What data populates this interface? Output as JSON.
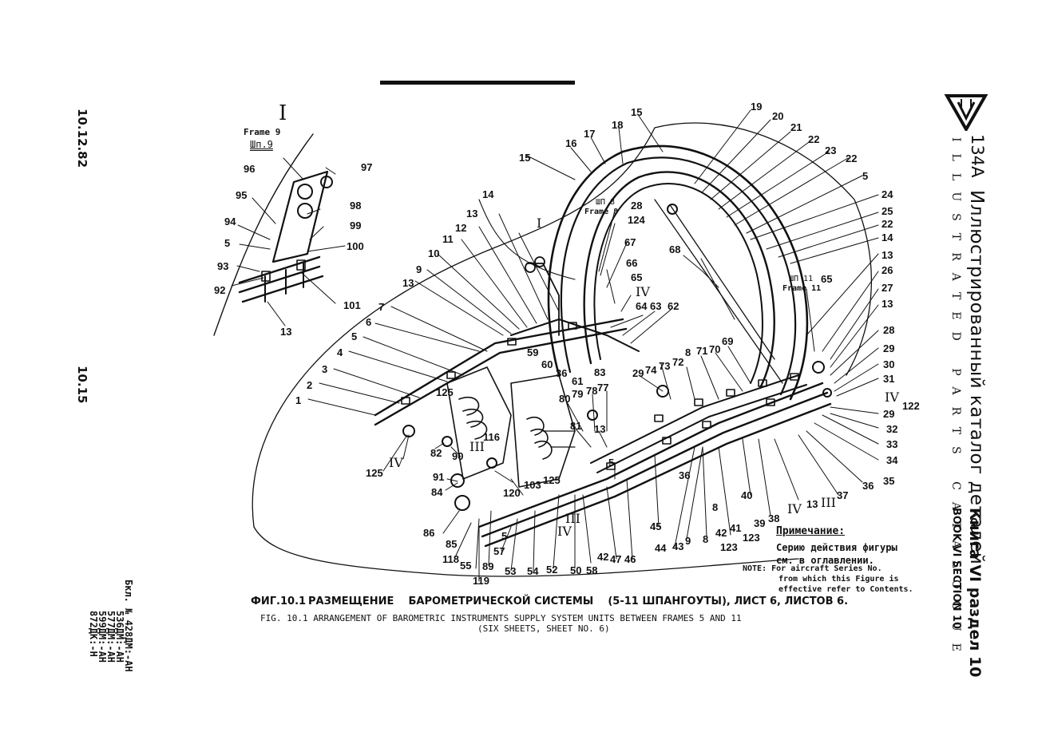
{
  "colors": {
    "ink": "#111111",
    "paper": "#ffffff"
  },
  "left_margin": {
    "date": "10.12.82",
    "page_number": "10.15",
    "effectivity": [
      "Бкл. № 428ДМ:-АН",
      "536ДМ:-АН",
      "577ДМ:-АН",
      "599ДМ:-АН",
      "872ДК:-Н"
    ]
  },
  "right_header": {
    "logo_icon": "yak-triangle-logo-icon",
    "model": "134A",
    "title_ru": "Иллюстрированный каталог деталей",
    "title_en": "ILLUSTRATED PARTS CATALOGUE",
    "book_ru": "Книга VI раздел 10",
    "book_en": "BOOK VI SECTION 10"
  },
  "caption": {
    "ru_fig": "ФИГ.10.1",
    "ru_text": "РАЗМЕЩЕНИЕ    БАРОМЕТРИЧЕСКОЙ СИСТЕМЫ    (5-11 ШПАНГОУТЫ), ЛИСТ 6, ЛИСТОВ 6.",
    "en_line1": "FIG. 10.1 ARRANGEMENT OF BAROMETRIC INSTRUMENTS SUPPLY SYSTEM UNITS BETWEEN FRAMES 5 AND 11",
    "en_line2": "(SIX SHEETS, SHEET NO. 6)"
  },
  "note": {
    "ru_title": "Примечание:",
    "ru_line1": "Серию действия фигуры",
    "ru_line2": "см. в оглавлении.",
    "en_line1": "NOTE: For aircraft Series No.",
    "en_line2": "from which this Figure is",
    "en_line3": "effective refer to Contents."
  },
  "detail_inset": {
    "view_id": "I",
    "frame_en": "Frame 9",
    "frame_ru": "Шп.9"
  },
  "frame_labels": {
    "frame8_ru": "ШП 8",
    "frame8_en": "Frame 8",
    "frame11_ru": "ШП 11",
    "frame11_en": "Frame 11"
  },
  "callouts": [
    {
      "id": "c96",
      "text": "96"
    },
    {
      "id": "c97",
      "text": "97"
    },
    {
      "id": "c95",
      "text": "95"
    },
    {
      "id": "c98",
      "text": "98"
    },
    {
      "id": "c94",
      "text": "94"
    },
    {
      "id": "c99",
      "text": "99"
    },
    {
      "id": "c5a",
      "text": "5"
    },
    {
      "id": "c100",
      "text": "100"
    },
    {
      "id": "c93",
      "text": "93"
    },
    {
      "id": "c92",
      "text": "92"
    },
    {
      "id": "c101",
      "text": "101"
    },
    {
      "id": "c13a",
      "text": "13"
    },
    {
      "id": "c15a",
      "text": "15"
    },
    {
      "id": "c15b",
      "text": "15"
    },
    {
      "id": "c16",
      "text": "16"
    },
    {
      "id": "c17",
      "text": "17"
    },
    {
      "id": "c18",
      "text": "18"
    },
    {
      "id": "c19",
      "text": "19"
    },
    {
      "id": "c20",
      "text": "20"
    },
    {
      "id": "c21",
      "text": "21"
    },
    {
      "id": "c22a",
      "text": "22"
    },
    {
      "id": "c23",
      "text": "23"
    },
    {
      "id": "c22b",
      "text": "22"
    },
    {
      "id": "c5b",
      "text": "5"
    },
    {
      "id": "c24",
      "text": "24"
    },
    {
      "id": "c25",
      "text": "25"
    },
    {
      "id": "c22c",
      "text": "22"
    },
    {
      "id": "c14a",
      "text": "14"
    },
    {
      "id": "c13b",
      "text": "13"
    },
    {
      "id": "c26",
      "text": "26"
    },
    {
      "id": "c27",
      "text": "27"
    },
    {
      "id": "c13c",
      "text": "13"
    },
    {
      "id": "c28a",
      "text": "28"
    },
    {
      "id": "c29a",
      "text": "29"
    },
    {
      "id": "c30",
      "text": "30"
    },
    {
      "id": "c31",
      "text": "31"
    },
    {
      "id": "c4a",
      "text": "IV"
    },
    {
      "id": "c122",
      "text": "122"
    },
    {
      "id": "c29b",
      "text": "29"
    },
    {
      "id": "c32",
      "text": "32"
    },
    {
      "id": "c33",
      "text": "33"
    },
    {
      "id": "c34",
      "text": "34"
    },
    {
      "id": "c35",
      "text": "35"
    },
    {
      "id": "c36a",
      "text": "36"
    },
    {
      "id": "c37",
      "text": "37"
    },
    {
      "id": "c3a",
      "text": "III"
    },
    {
      "id": "c13d",
      "text": "13"
    },
    {
      "id": "c4b",
      "text": "IV"
    },
    {
      "id": "c38",
      "text": "38"
    },
    {
      "id": "c39",
      "text": "39"
    },
    {
      "id": "c40",
      "text": "40"
    },
    {
      "id": "c123a",
      "text": "123"
    },
    {
      "id": "c123b",
      "text": "123"
    },
    {
      "id": "c41",
      "text": "41"
    },
    {
      "id": "c42a",
      "text": "42"
    },
    {
      "id": "c8a",
      "text": "8"
    },
    {
      "id": "c8b",
      "text": "8"
    },
    {
      "id": "c9a",
      "text": "9"
    },
    {
      "id": "c43",
      "text": "43"
    },
    {
      "id": "c44",
      "text": "44"
    },
    {
      "id": "c45",
      "text": "45"
    },
    {
      "id": "c46",
      "text": "46"
    },
    {
      "id": "c47",
      "text": "47"
    },
    {
      "id": "c42b",
      "text": "42"
    },
    {
      "id": "c58",
      "text": "58"
    },
    {
      "id": "c50",
      "text": "50"
    },
    {
      "id": "c52",
      "text": "52"
    },
    {
      "id": "c54",
      "text": "54"
    },
    {
      "id": "c53",
      "text": "53"
    },
    {
      "id": "c57",
      "text": "57"
    },
    {
      "id": "c5c",
      "text": "5"
    },
    {
      "id": "c89",
      "text": "89"
    },
    {
      "id": "c55",
      "text": "55"
    },
    {
      "id": "c119",
      "text": "119"
    },
    {
      "id": "c118",
      "text": "118"
    },
    {
      "id": "c85",
      "text": "85"
    },
    {
      "id": "c86",
      "text": "86"
    },
    {
      "id": "c84",
      "text": "84"
    },
    {
      "id": "c91",
      "text": "91"
    },
    {
      "id": "c120",
      "text": "120"
    },
    {
      "id": "c103",
      "text": "103"
    },
    {
      "id": "c125a",
      "text": "125"
    },
    {
      "id": "c4c",
      "text": "IV"
    },
    {
      "id": "c3b",
      "text": "III"
    },
    {
      "id": "c90",
      "text": "90"
    },
    {
      "id": "c116",
      "text": "116"
    },
    {
      "id": "c3c",
      "text": "III"
    },
    {
      "id": "c82",
      "text": "82"
    },
    {
      "id": "c4d",
      "text": "IV"
    },
    {
      "id": "c125b",
      "text": "125"
    },
    {
      "id": "c125c",
      "text": "125"
    },
    {
      "id": "c1",
      "text": "1"
    },
    {
      "id": "c2",
      "text": "2"
    },
    {
      "id": "c3",
      "text": "3"
    },
    {
      "id": "c4",
      "text": "4"
    },
    {
      "id": "c5d",
      "text": "5"
    },
    {
      "id": "c6",
      "text": "6"
    },
    {
      "id": "c7",
      "text": "7"
    },
    {
      "id": "c13e",
      "text": "13"
    },
    {
      "id": "c9b",
      "text": "9"
    },
    {
      "id": "c10",
      "text": "10"
    },
    {
      "id": "c11",
      "text": "11"
    },
    {
      "id": "c12",
      "text": "12"
    },
    {
      "id": "c13f",
      "text": "13"
    },
    {
      "id": "c14b",
      "text": "14"
    },
    {
      "id": "c1a",
      "text": "I"
    },
    {
      "id": "c59",
      "text": "59"
    },
    {
      "id": "c60",
      "text": "60"
    },
    {
      "id": "c36b",
      "text": "36"
    },
    {
      "id": "c61",
      "text": "61"
    },
    {
      "id": "c83",
      "text": "83"
    },
    {
      "id": "c28b",
      "text": "28"
    },
    {
      "id": "c124",
      "text": "124"
    },
    {
      "id": "c67",
      "text": "67"
    },
    {
      "id": "c66",
      "text": "66"
    },
    {
      "id": "c65a",
      "text": "65"
    },
    {
      "id": "c4e",
      "text": "IV"
    },
    {
      "id": "c64",
      "text": "64"
    },
    {
      "id": "c63",
      "text": "63"
    },
    {
      "id": "c62",
      "text": "62"
    },
    {
      "id": "c68",
      "text": "68"
    },
    {
      "id": "c65b",
      "text": "65"
    },
    {
      "id": "c70",
      "text": "70"
    },
    {
      "id": "c69",
      "text": "69"
    },
    {
      "id": "c71",
      "text": "71"
    },
    {
      "id": "c8c",
      "text": "8"
    },
    {
      "id": "c72",
      "text": "72"
    },
    {
      "id": "c73",
      "text": "73"
    },
    {
      "id": "c74",
      "text": "74"
    },
    {
      "id": "c29c",
      "text": "29"
    },
    {
      "id": "c77",
      "text": "77"
    },
    {
      "id": "c78",
      "text": "78"
    },
    {
      "id": "c79",
      "text": "79"
    },
    {
      "id": "c80",
      "text": "80"
    },
    {
      "id": "c81",
      "text": "81"
    },
    {
      "id": "c13g",
      "text": "13"
    },
    {
      "id": "c5e",
      "text": "5"
    },
    {
      "id": "c36c",
      "text": "36"
    }
  ]
}
